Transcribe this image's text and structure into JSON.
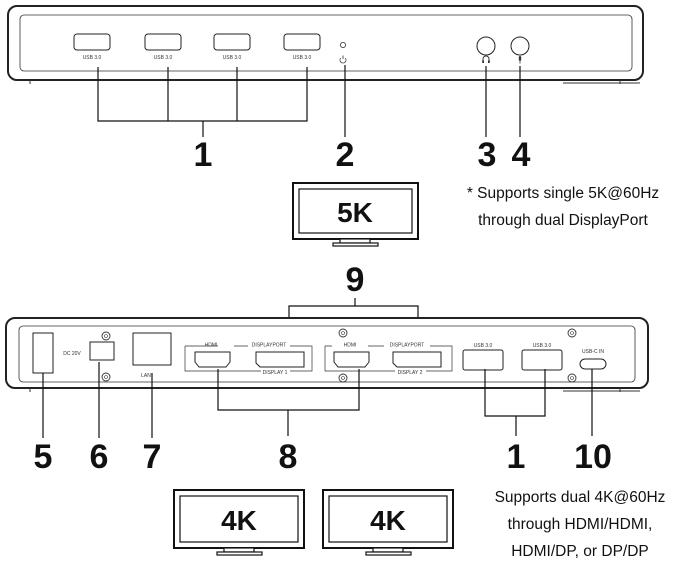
{
  "front": {
    "usb_labels": [
      "USB 3.0",
      "USB 3.0",
      "USB 3.0",
      "USB 3.0"
    ],
    "callouts": [
      "1",
      "2",
      "3",
      "4"
    ]
  },
  "monitor_5k": {
    "label": "5K"
  },
  "note_5k": {
    "line1": "* Supports single 5K@60Hz",
    "line2": "through  dual  DisplayPort"
  },
  "rear": {
    "dc_label": "DC 20V",
    "lan_label": "LAN",
    "display1": {
      "hdmi": "HDMI",
      "dp": "DISPLAYPORT",
      "name": "DISPLAY 1"
    },
    "display2": {
      "hdmi": "HDMI",
      "dp": "DISPLAYPORT",
      "name": "DISPLAY 2"
    },
    "usb_labels": [
      "USB 3.0",
      "USB 3.0"
    ],
    "usbc_label": "USB-C IN",
    "callout_9": "9",
    "callouts": [
      "5",
      "6",
      "7",
      "8",
      "1",
      "10"
    ]
  },
  "monitors_4k": [
    {
      "label": "4K"
    },
    {
      "label": "4K"
    }
  ],
  "note_4k": {
    "line1": "Supports dual 4K@60Hz",
    "line2": "through  HDMI/HDMI,",
    "line3": "HDMI/DP, or DP/DP"
  }
}
